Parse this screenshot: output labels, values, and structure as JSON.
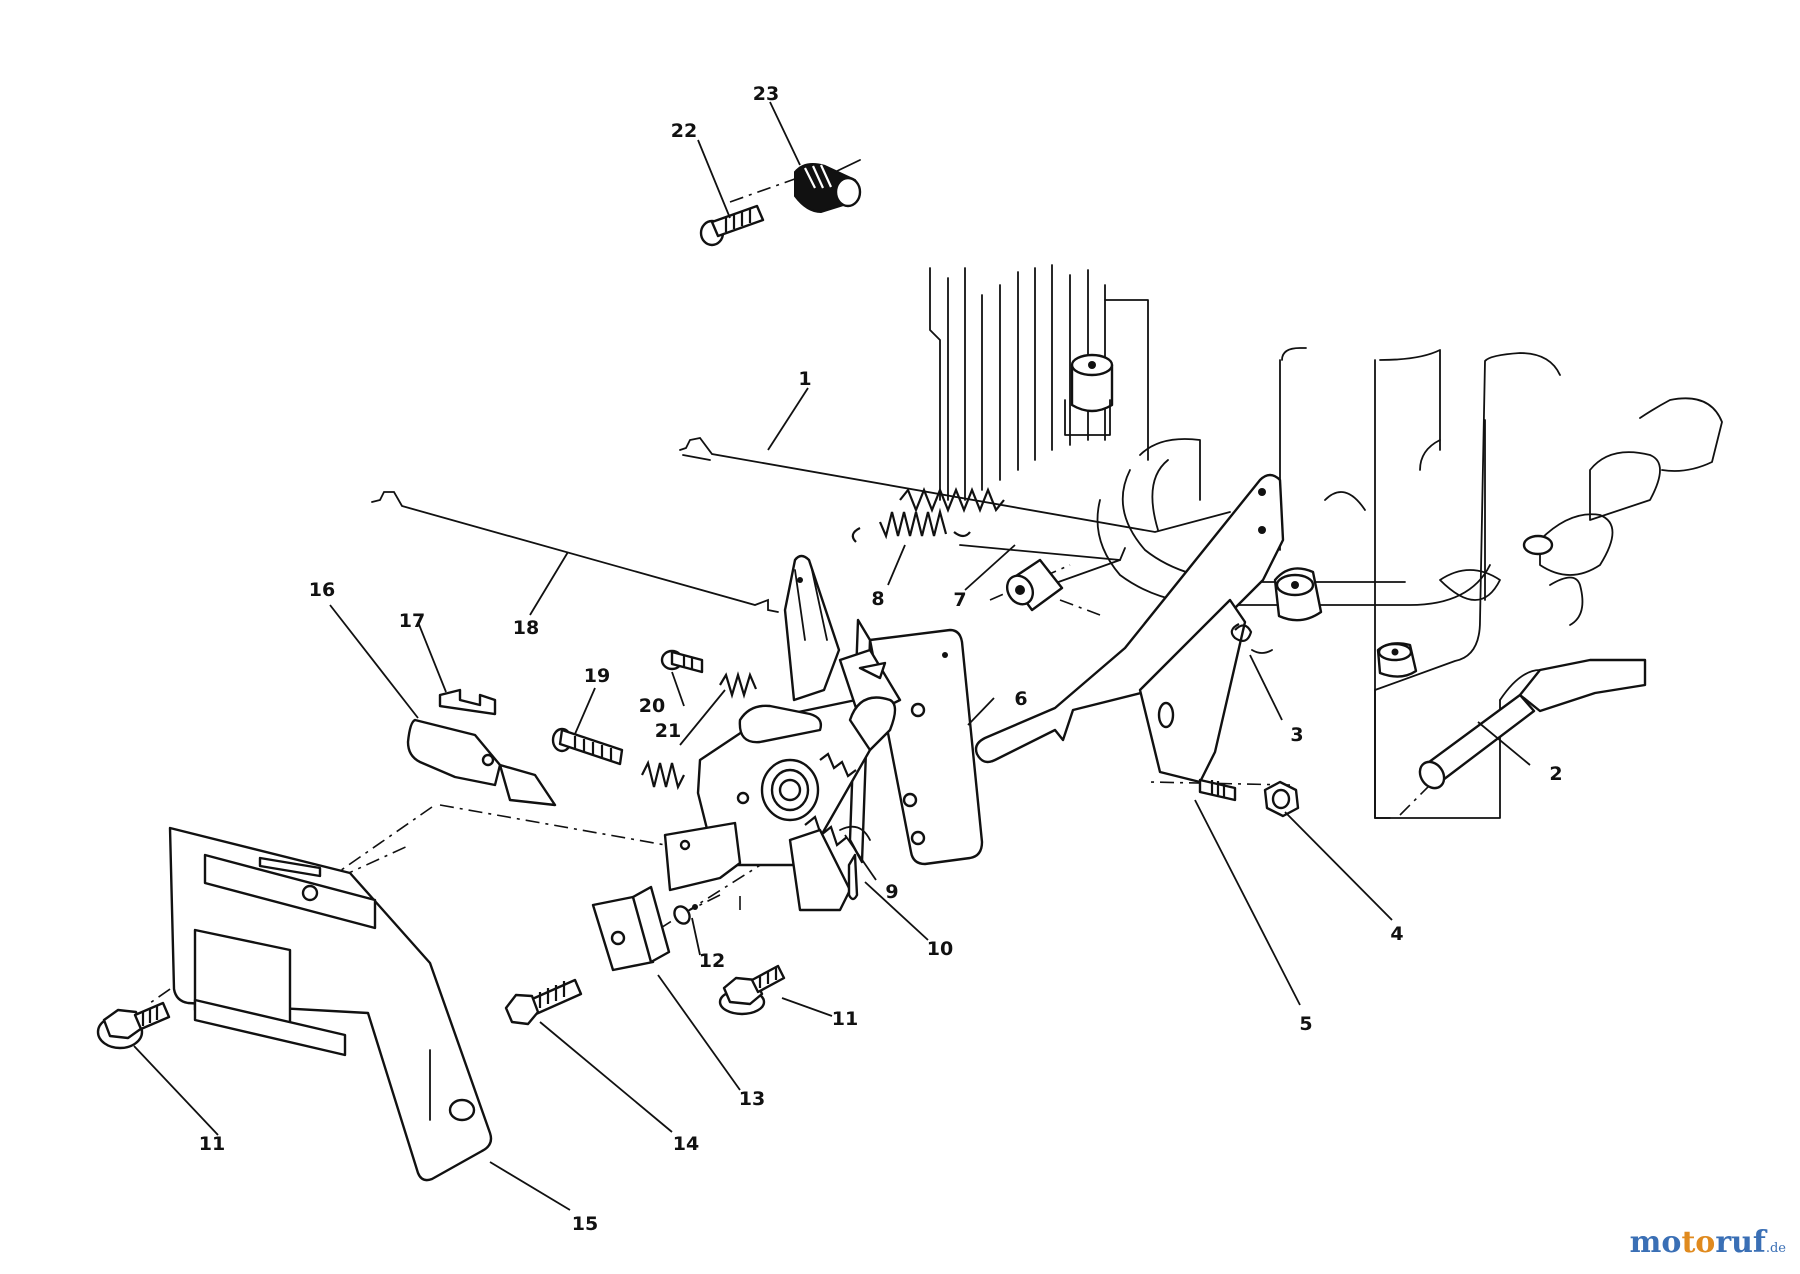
{
  "diagram": {
    "callouts": [
      {
        "id": "1",
        "label": "1"
      },
      {
        "id": "2",
        "label": "2"
      },
      {
        "id": "3",
        "label": "3"
      },
      {
        "id": "4",
        "label": "4"
      },
      {
        "id": "5",
        "label": "5"
      },
      {
        "id": "6",
        "label": "6"
      },
      {
        "id": "7",
        "label": "7"
      },
      {
        "id": "8",
        "label": "8"
      },
      {
        "id": "9",
        "label": "9"
      },
      {
        "id": "10",
        "label": "10"
      },
      {
        "id": "11a",
        "label": "11"
      },
      {
        "id": "11b",
        "label": "11"
      },
      {
        "id": "12",
        "label": "12"
      },
      {
        "id": "13",
        "label": "13"
      },
      {
        "id": "14",
        "label": "14"
      },
      {
        "id": "15",
        "label": "15"
      },
      {
        "id": "16",
        "label": "16"
      },
      {
        "id": "17",
        "label": "17"
      },
      {
        "id": "18",
        "label": "18"
      },
      {
        "id": "19",
        "label": "19"
      },
      {
        "id": "20",
        "label": "20"
      },
      {
        "id": "21",
        "label": "21"
      },
      {
        "id": "22",
        "label": "22"
      },
      {
        "id": "23",
        "label": "23"
      }
    ]
  },
  "watermark": {
    "part1": "mo",
    "part2": "to",
    "part3": "ruf",
    "tld": ".de"
  },
  "colors": {
    "line": "#111111",
    "background": "#ffffff",
    "watermark_blue": "#3a6fb5",
    "watermark_orange": "#e08a1e"
  }
}
